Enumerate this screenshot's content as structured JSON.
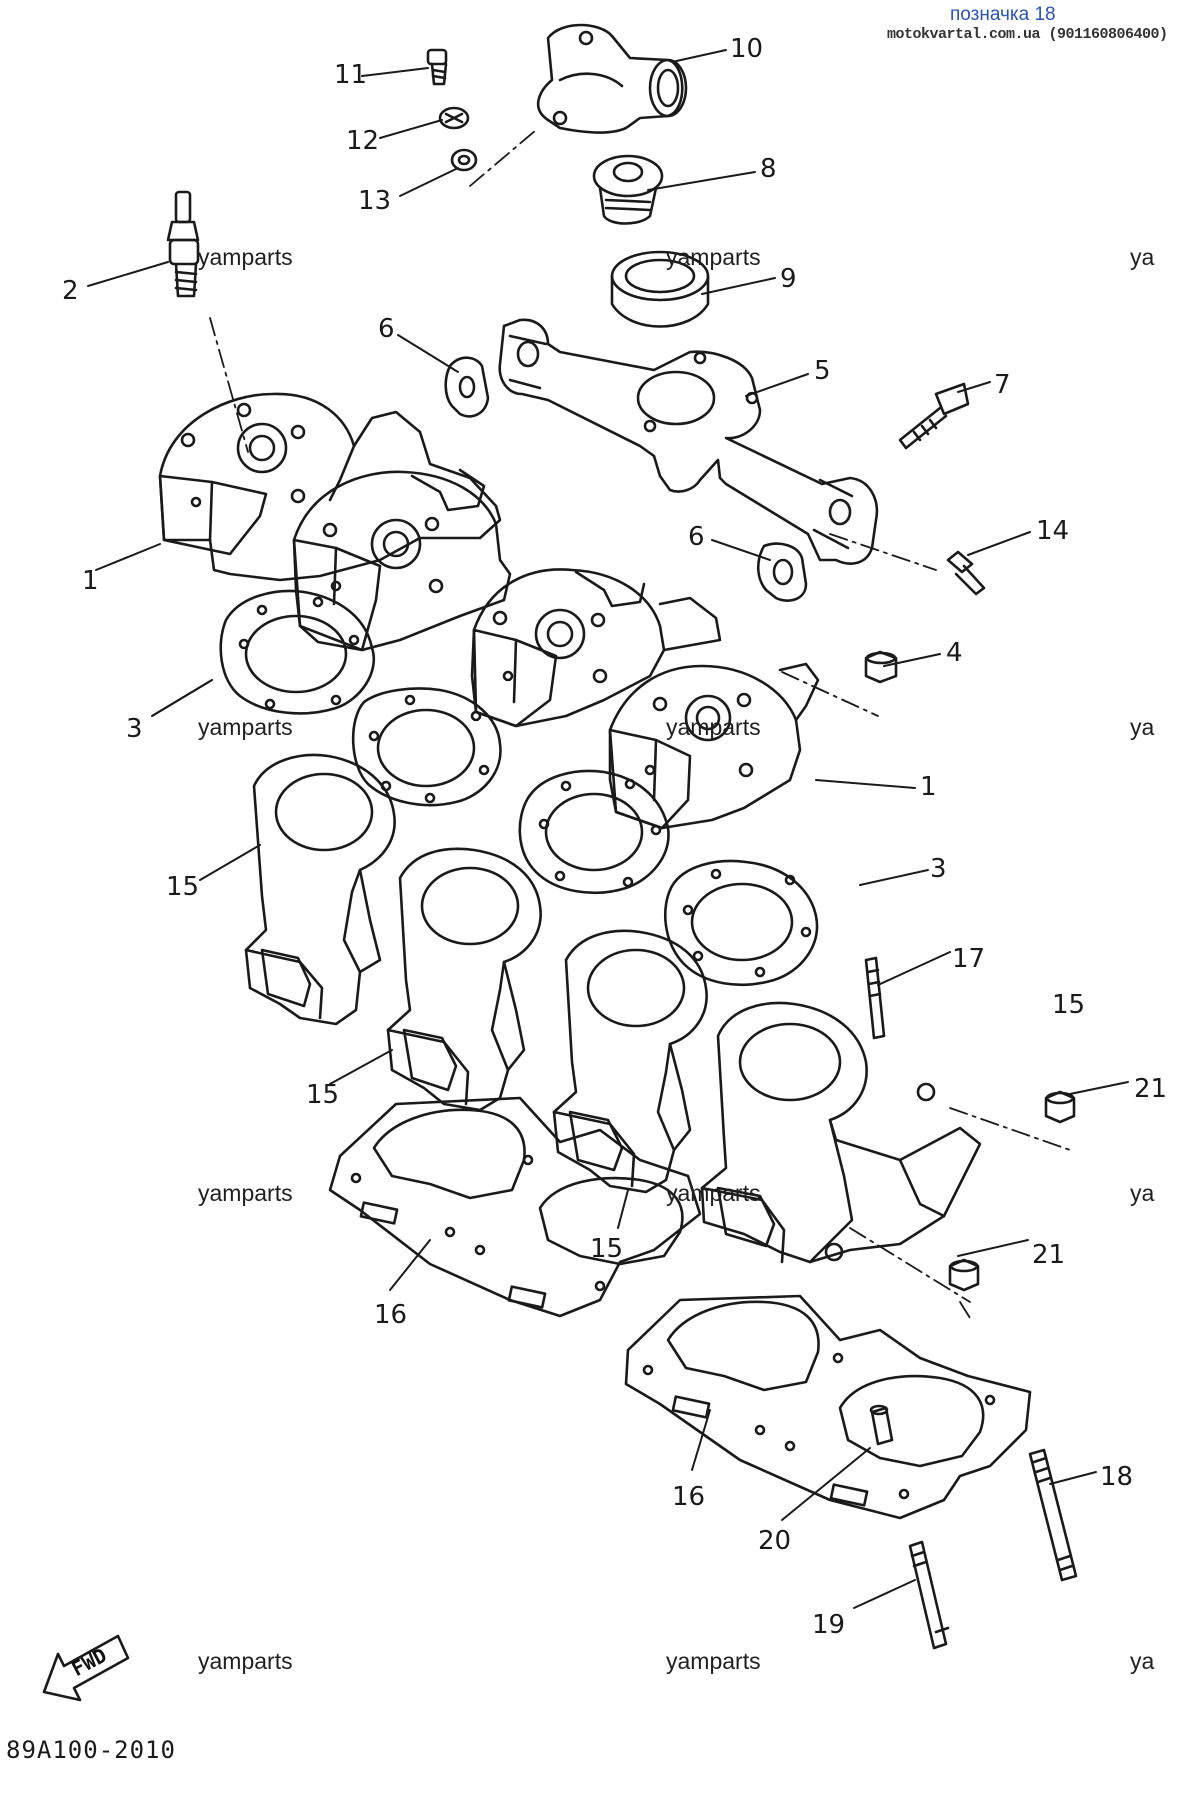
{
  "header": {
    "tag": "позначка 18",
    "site": "motokvartal.com.ua (901160806400)"
  },
  "callouts": [
    "11",
    "10",
    "12",
    "13",
    "8",
    "2",
    "9",
    "6",
    "5",
    "7",
    "1",
    "6",
    "14",
    "4",
    "3",
    "1",
    "3",
    "15",
    "17",
    "15",
    "21",
    "15",
    "15",
    "21",
    "16",
    "16",
    "18",
    "20",
    "19"
  ],
  "watermark": "yamparts",
  "watermark_partial": "ya",
  "fwd_label": "FWD",
  "doc_number": "89A100-2010"
}
